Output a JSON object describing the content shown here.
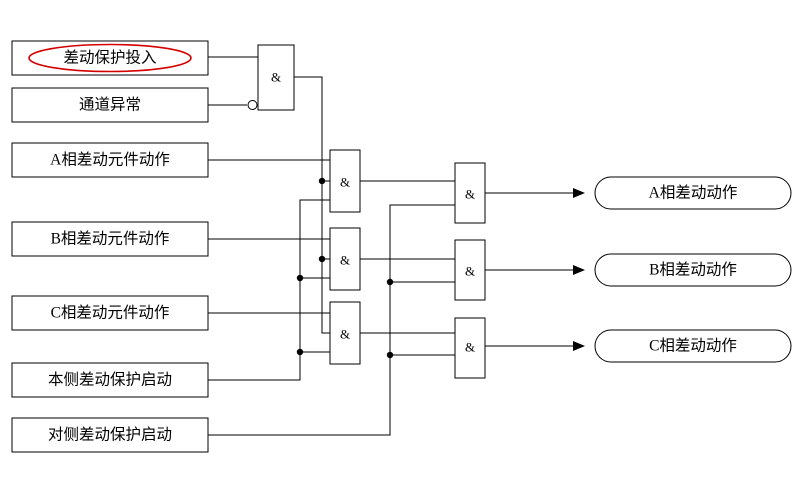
{
  "diagram": {
    "title_hint": "differential-protection-logic",
    "inputs": [
      {
        "label": "差动保护投入"
      },
      {
        "label": "通道异常"
      },
      {
        "label": "A相差动元件动作"
      },
      {
        "label": "B相差动元件动作"
      },
      {
        "label": "C相差动元件动作"
      },
      {
        "label": "本侧差动保护启动"
      },
      {
        "label": "对侧差动保护启动"
      }
    ],
    "gate_symbol": "&",
    "outputs": [
      {
        "label": "A相差动动作"
      },
      {
        "label": "B相差动动作"
      },
      {
        "label": "C相差动动作"
      }
    ],
    "annotations": {
      "highlight_color": "#d40000",
      "line_color": "#000000",
      "background_color": "#ffffff"
    }
  }
}
